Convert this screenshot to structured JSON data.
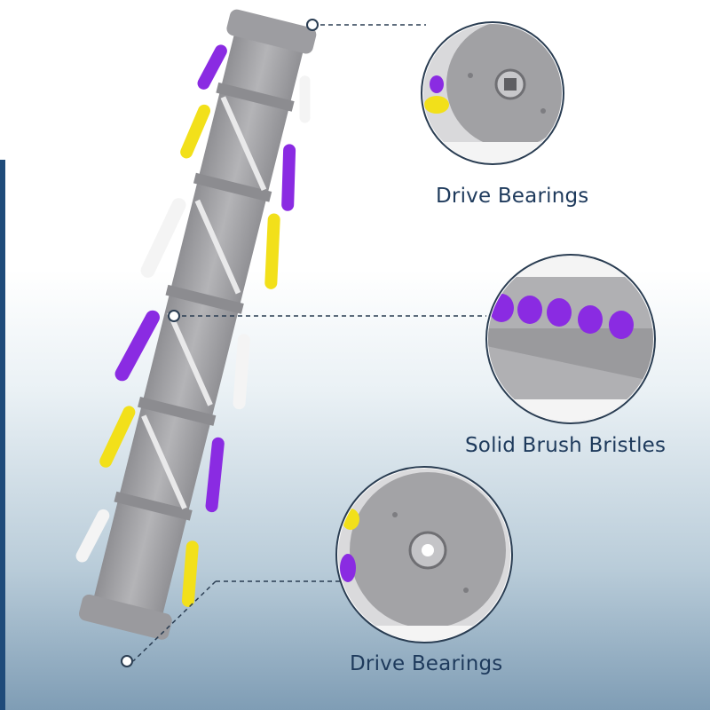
{
  "callouts": [
    {
      "label": "Drive Bearings"
    },
    {
      "label": "Solid Brush Bristles"
    },
    {
      "label": "Drive Bearings"
    }
  ],
  "colors": {
    "purple_bristle": "#8a2be2",
    "yellow_bristle": "#f2e01a",
    "white_bristle": "#f4f4f4",
    "roller_gray": "#a7a7aa",
    "label_text": "#1e3a5c",
    "callout_line": "#2a3d52"
  },
  "icons": [
    "brush-roll-image",
    "drive-bearing-closeup-image",
    "bristles-closeup-image"
  ]
}
